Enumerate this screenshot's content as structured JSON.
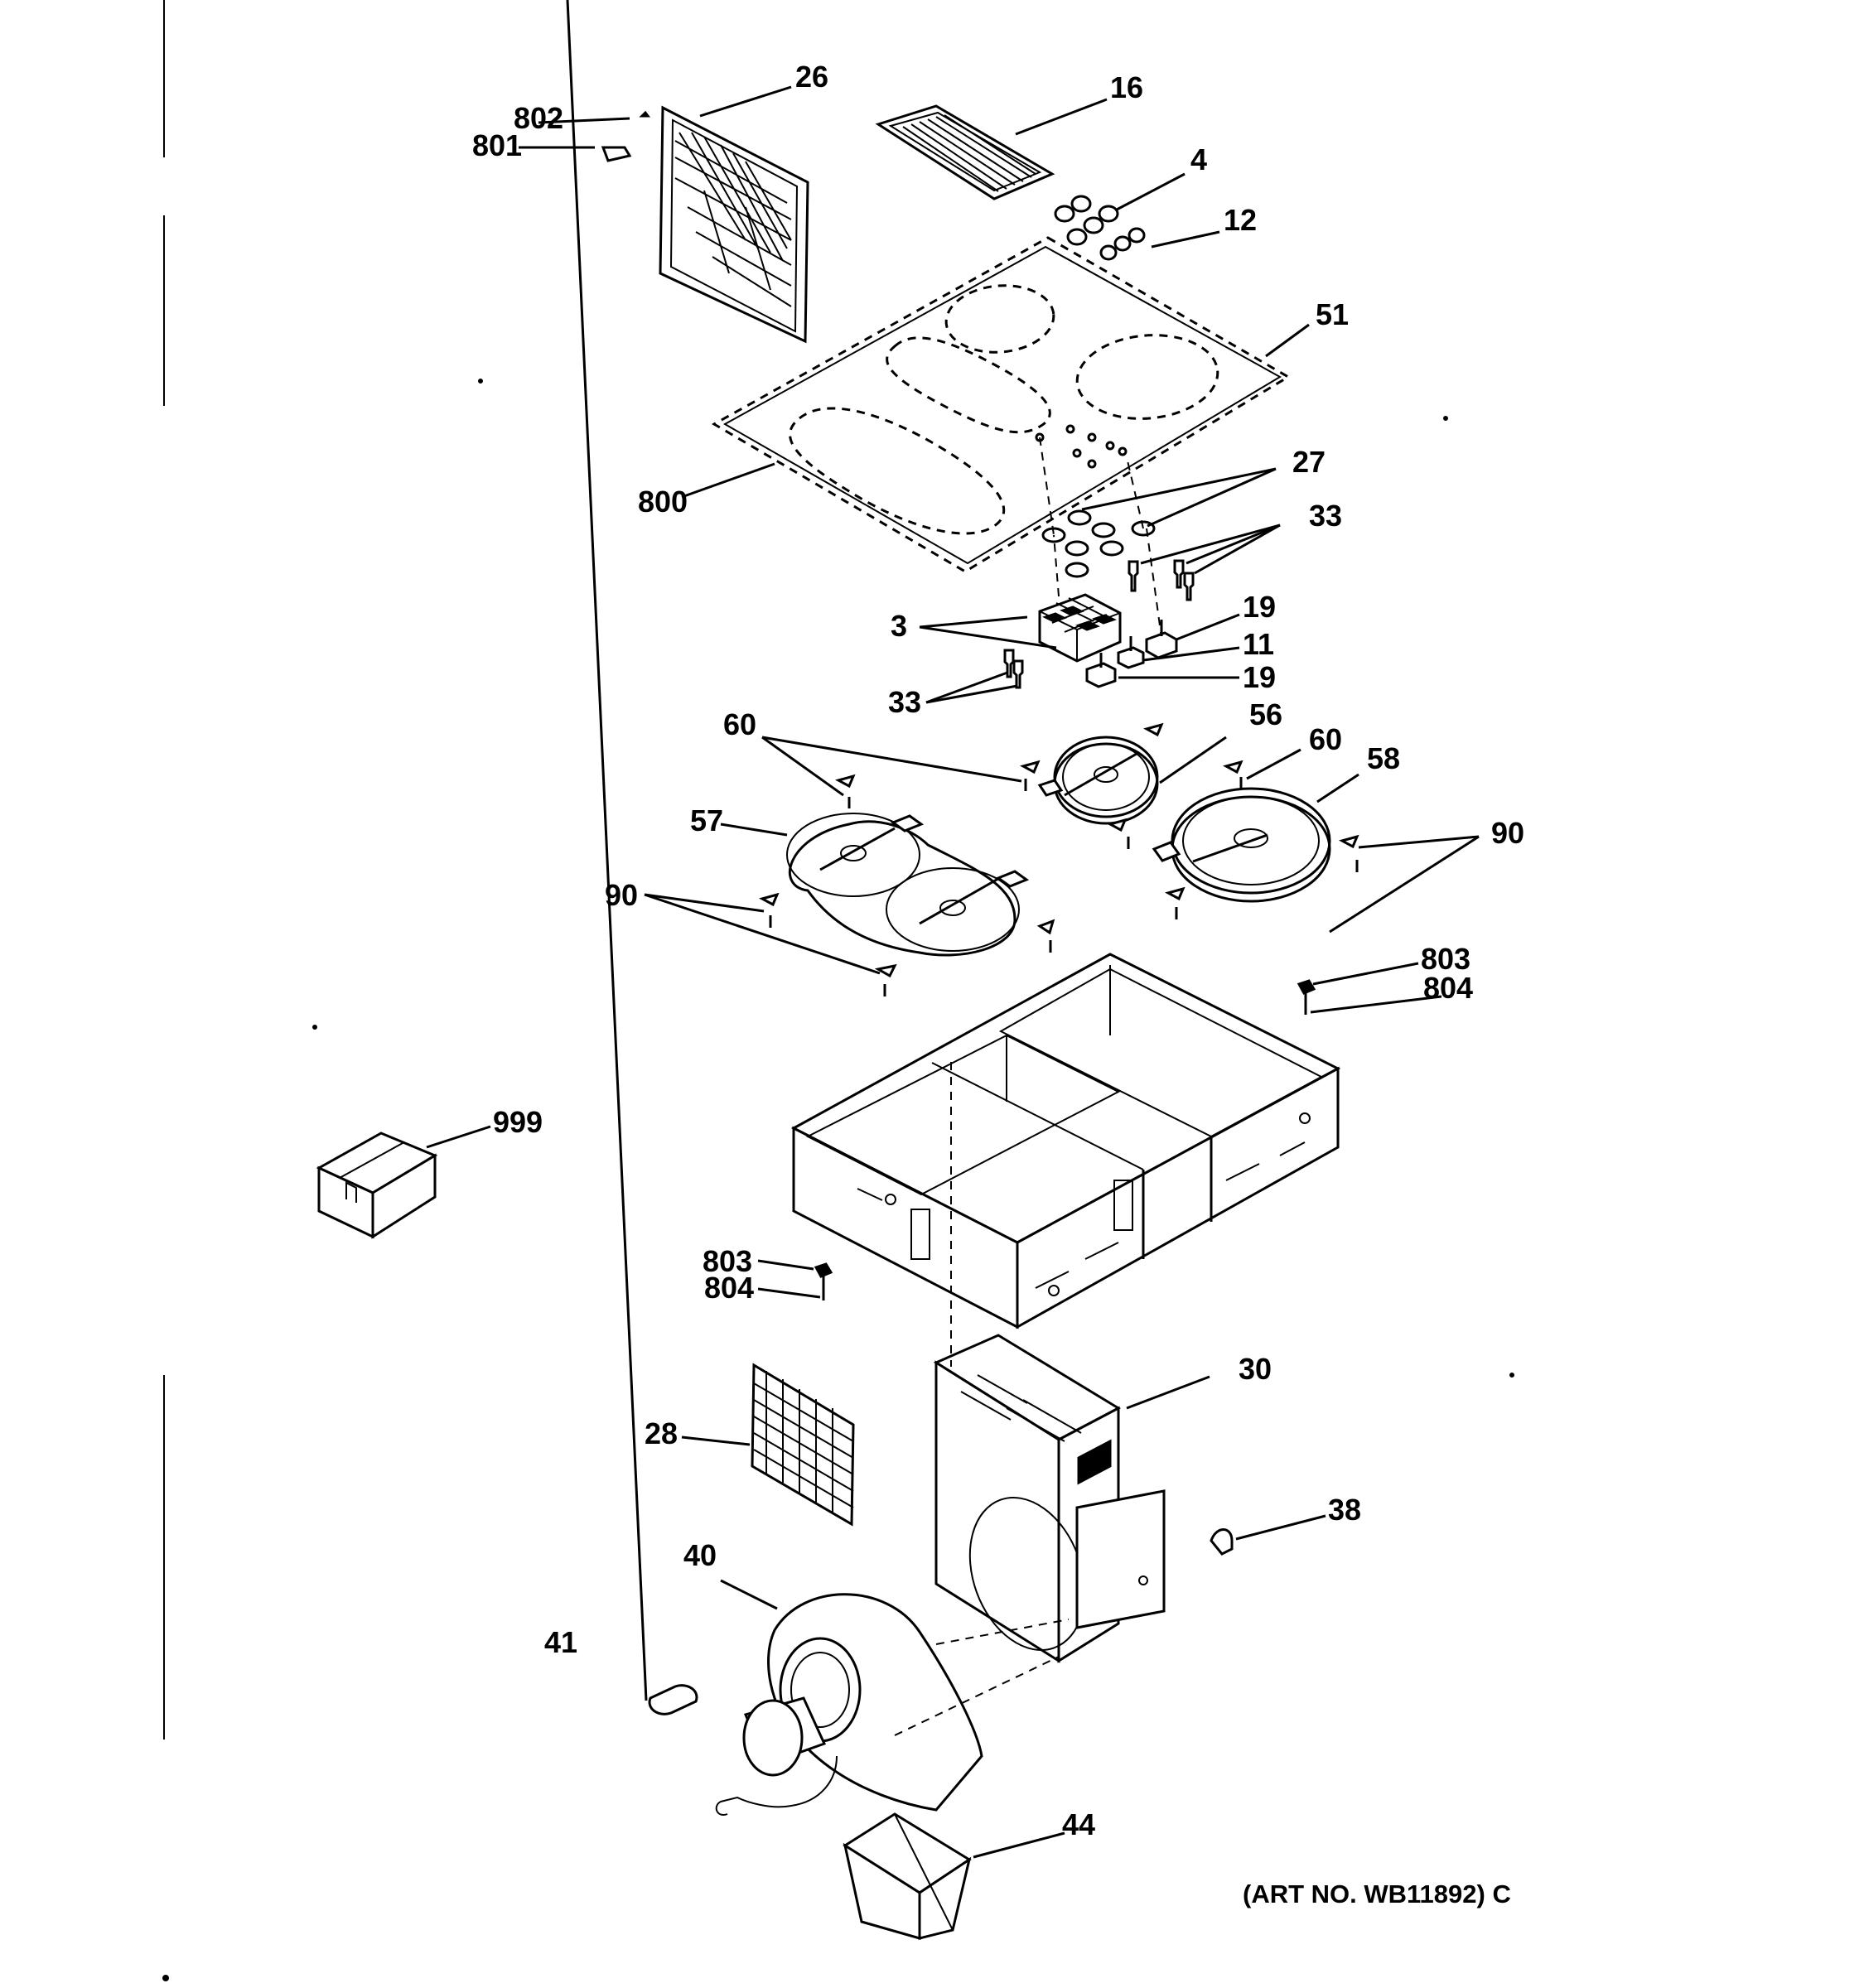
{
  "art_number": "(ART NO. WB11892) C",
  "callouts": {
    "c26": "26",
    "c16": "16",
    "c802": "802",
    "c801": "801",
    "c4": "4",
    "c12": "12",
    "c51": "51",
    "c800": "800",
    "c27": "27",
    "c33a": "33",
    "c19a": "19",
    "c3": "3",
    "c11": "11",
    "c19b": "19",
    "c33b": "33",
    "c60a": "60",
    "c56": "56",
    "c60b": "60",
    "c58": "58",
    "c57": "57",
    "c90a": "90",
    "c90b": "90",
    "c803a": "803",
    "c804a": "804",
    "c999": "999",
    "c803b": "803",
    "c804b": "804",
    "c30": "30",
    "c28": "28",
    "c38": "38",
    "c40": "40",
    "c41": "41",
    "c44": "44"
  }
}
